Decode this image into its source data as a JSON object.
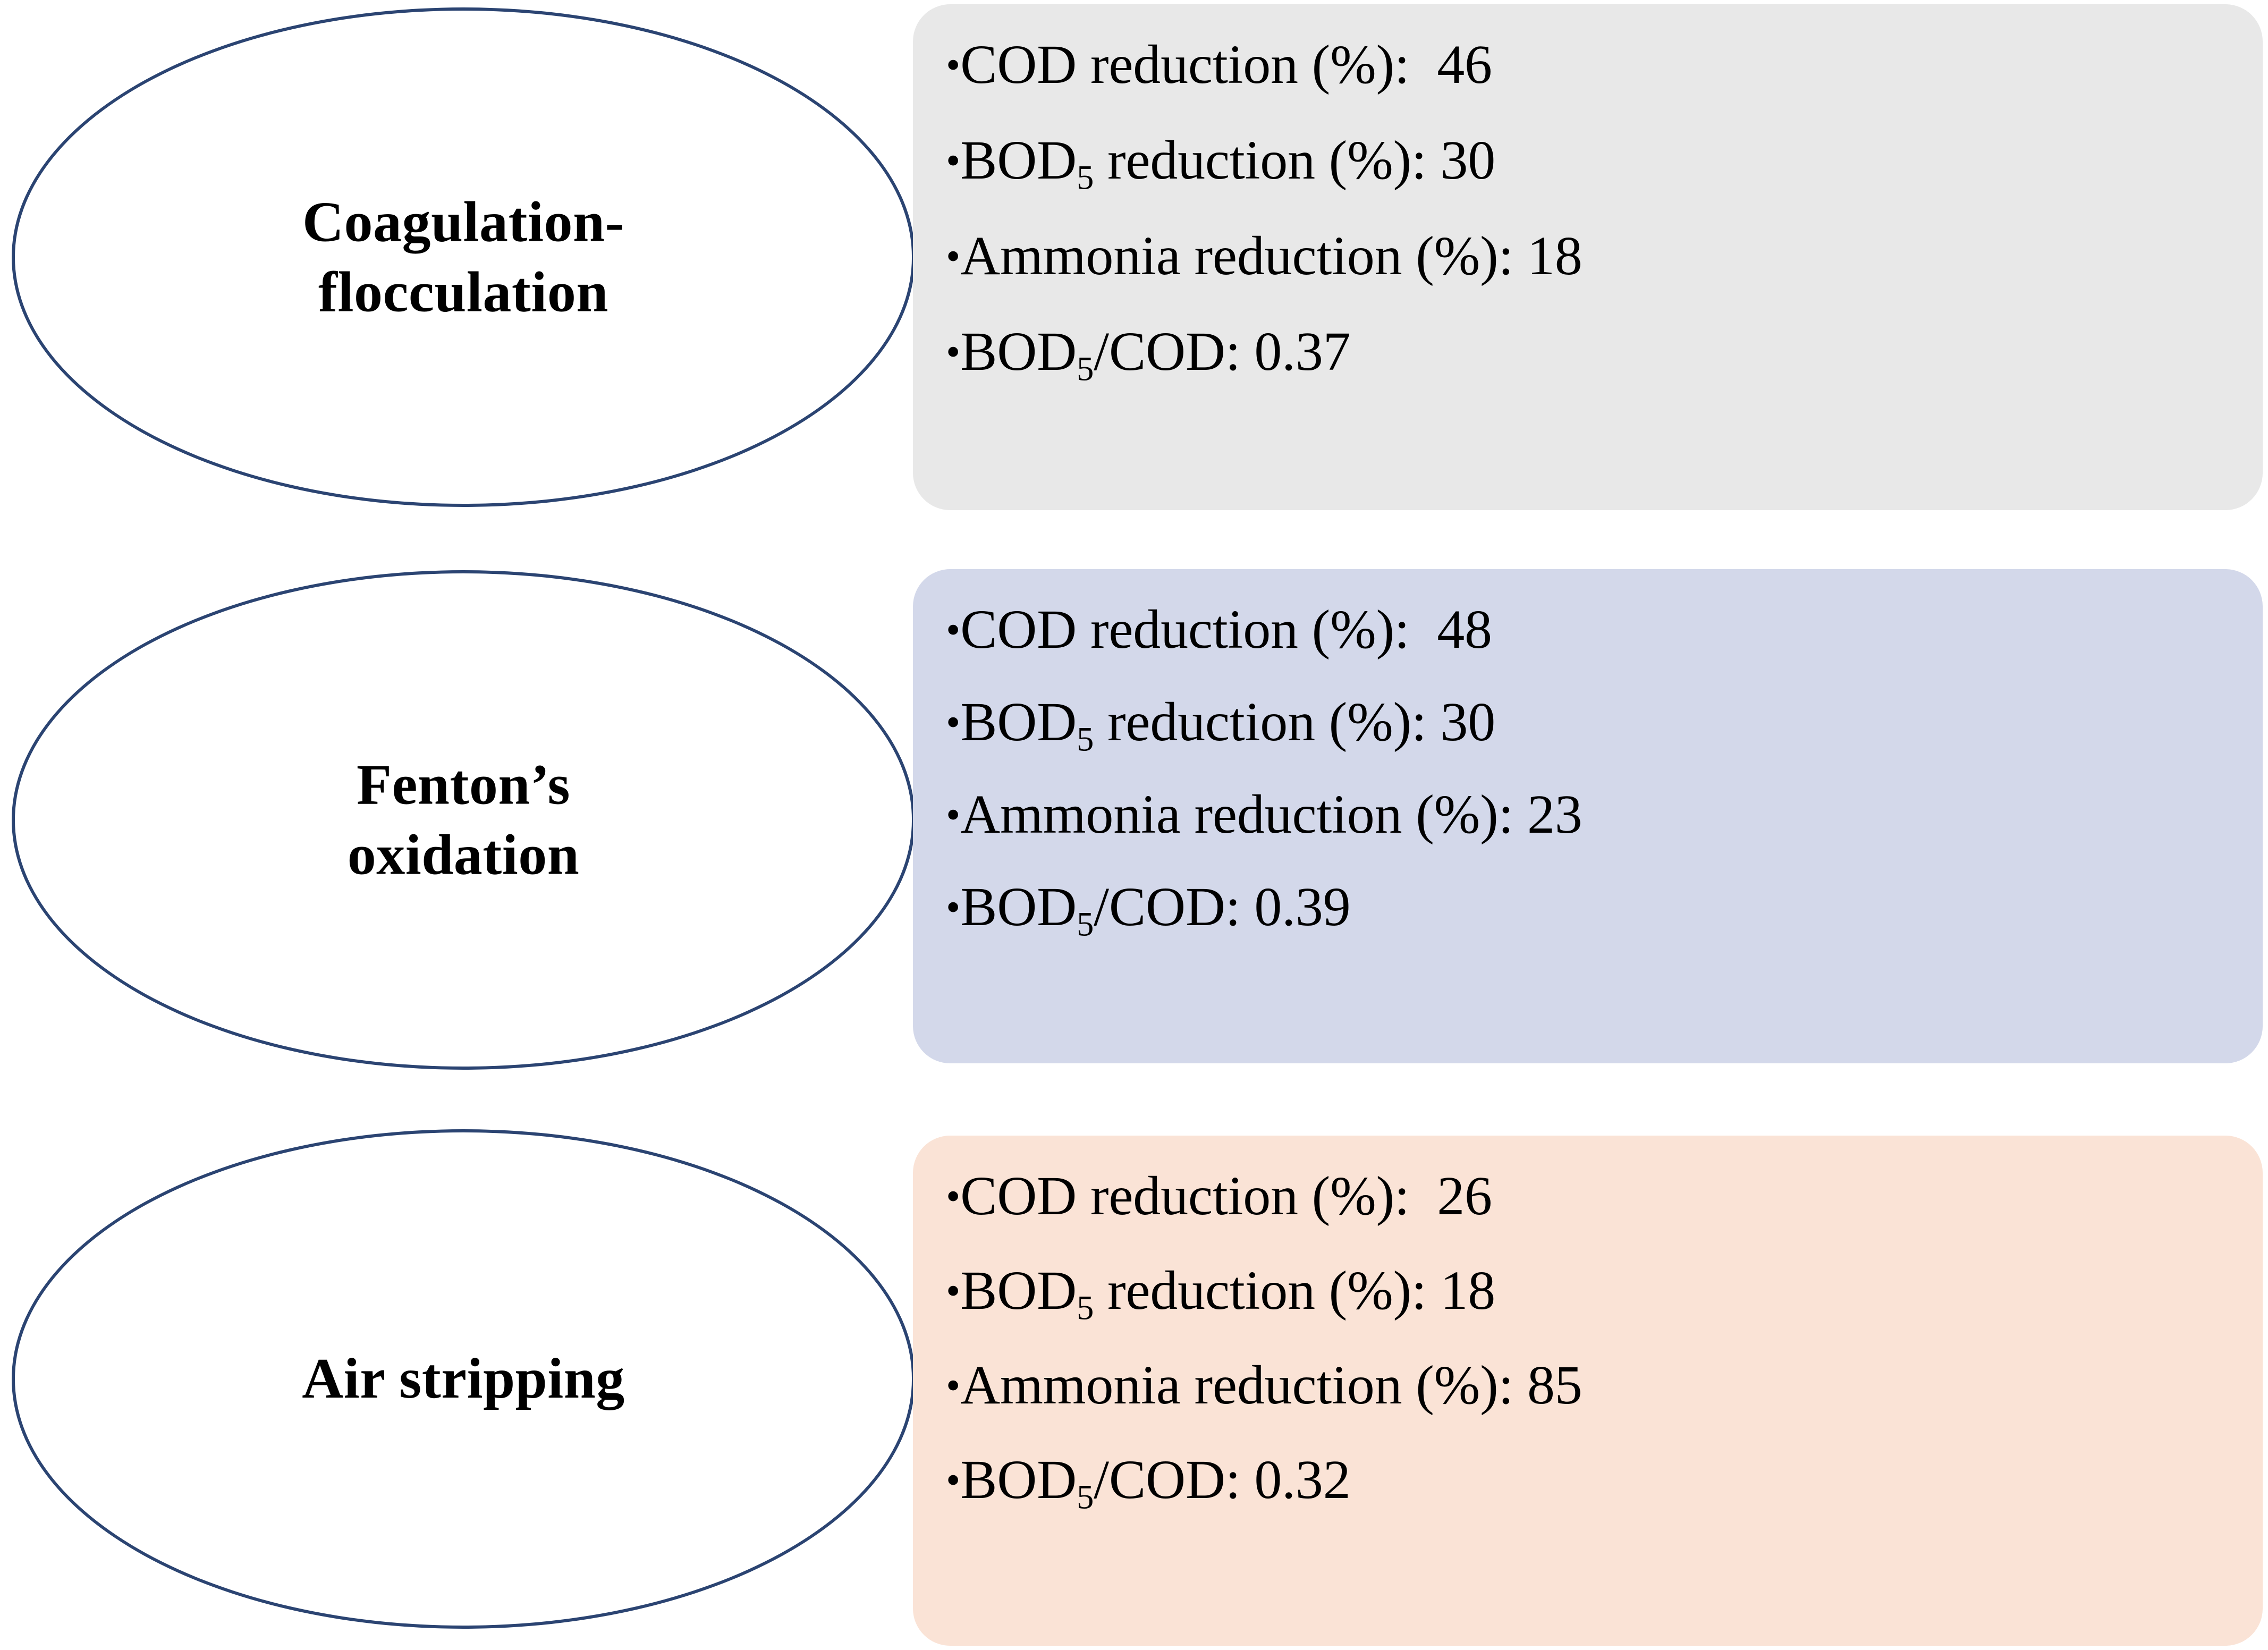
{
  "figure": {
    "type": "process-flow-diagram",
    "node_outline_color": "#2b4472",
    "bullet_glyph": "•"
  },
  "rows": [
    {
      "node_label": "Coagulation-\nflocculation",
      "box_color": "#e8e8e8",
      "metrics": [
        {
          "label": "COD reduction (%): ",
          "value": " 46"
        },
        {
          "label": "BOD",
          "sub": "5",
          "label2": " reduction (%): ",
          "value": "30"
        },
        {
          "label": "Ammonia reduction (%): ",
          "value": "18"
        },
        {
          "label": "BOD",
          "sub": "5",
          "label2": "/COD: ",
          "value": "0.37"
        }
      ],
      "lines": [
        "COD reduction (%):  46",
        "BOD5 reduction (%): 30",
        "Ammonia reduction (%): 18",
        "BOD5/COD: 0.37"
      ],
      "cod_reduction_pct": 46,
      "bod5_reduction_pct": 30,
      "ammonia_reduction_pct": 18,
      "bod5_cod_ratio": 0.37
    },
    {
      "node_label": "Fenton’s\noxidation",
      "box_color": "#d3d8ea",
      "lines": [
        "COD reduction (%):  48",
        "BOD5 reduction (%): 30",
        "Ammonia reduction (%): 23",
        "BOD5/COD: 0.39"
      ],
      "cod_reduction_pct": 48,
      "bod5_reduction_pct": 30,
      "ammonia_reduction_pct": 23,
      "bod5_cod_ratio": 0.39
    },
    {
      "node_label": "Air stripping",
      "box_color": "#fae3d6",
      "lines": [
        "COD reduction (%):  26",
        "BOD5 reduction (%): 18",
        "Ammonia reduction (%): 85",
        "BOD5/COD: 0.32"
      ],
      "cod_reduction_pct": 26,
      "bod5_reduction_pct": 18,
      "ammonia_reduction_pct": 85,
      "bod5_cod_ratio": 0.32
    }
  ],
  "labels": {
    "cod_prefix": "COD reduction (%): ",
    "bod_prefix_a": "BOD",
    "bod_sub": "5",
    "bod_prefix_b": " reduction (%): ",
    "ammonia_prefix": "Ammonia reduction (%): ",
    "ratio_prefix_a": "BOD",
    "ratio_sub": "5",
    "ratio_prefix_b": "/COD: ",
    "cod_value_1": " 46",
    "bod_value_1": "30",
    "amm_value_1": "18",
    "ratio_value_1": "0.37",
    "cod_value_2": " 48",
    "bod_value_2": "30",
    "amm_value_2": "23",
    "ratio_value_2": "0.39",
    "cod_value_3": " 26",
    "bod_value_3": "18",
    "amm_value_3": "85",
    "ratio_value_3": "0.32"
  }
}
